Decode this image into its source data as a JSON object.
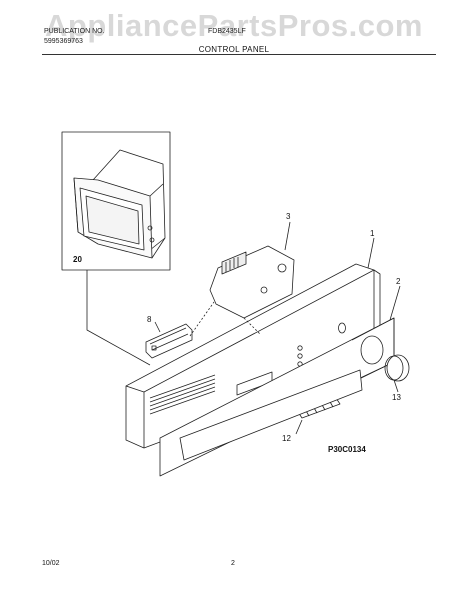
{
  "header": {
    "watermark": "AppliancePartsPros.com",
    "left_line1": "PUBLICATION NO.",
    "left_line2": "5995369763",
    "model": "FDB2435LF",
    "section_title": "CONTROL PANEL"
  },
  "diagram": {
    "callouts": [
      "1",
      "2",
      "3",
      "8",
      "12",
      "13",
      "20"
    ],
    "drawing_code": "P30C0134"
  },
  "footer": {
    "date": "10/02",
    "page": "2"
  }
}
